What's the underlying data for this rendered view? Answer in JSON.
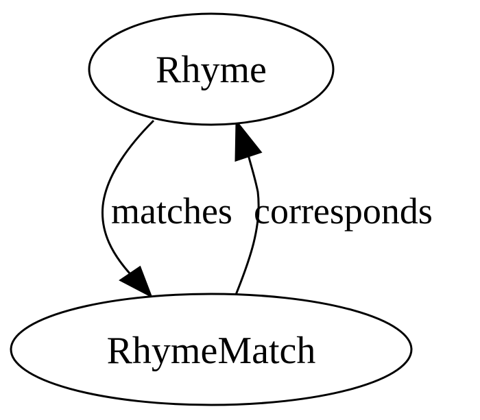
{
  "diagram": {
    "type": "directed-graph",
    "nodes": [
      {
        "id": "rhyme",
        "label": "Rhyme",
        "shape": "ellipse"
      },
      {
        "id": "rhymematch",
        "label": "RhymeMatch",
        "shape": "ellipse"
      }
    ],
    "edges": [
      {
        "from": "rhyme",
        "to": "rhymematch",
        "label": "matches"
      },
      {
        "from": "rhymematch",
        "to": "rhyme",
        "label": "corresponds"
      }
    ],
    "colors": {
      "stroke": "#000000",
      "fill": "#ffffff",
      "background": "#ffffff"
    }
  }
}
